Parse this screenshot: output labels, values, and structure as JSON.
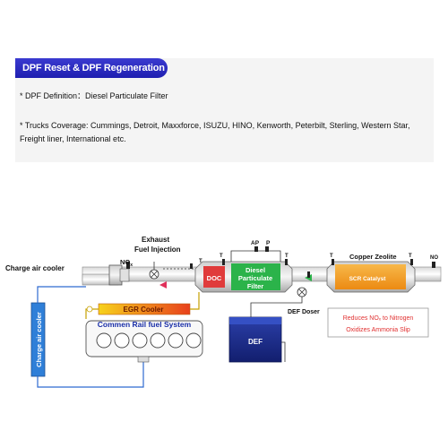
{
  "header": {
    "title": "DPF Reset & DPF Regeneration"
  },
  "info": {
    "definition": "* DPF Definition：Diesel Particulate Filter",
    "coverage": "* Trucks Coverage: Cummings, Detroit, Maxxforce, ISUZU, HINO, Kenworth, Peterbilt, Sterling, Western Star, Freight liner, International etc."
  },
  "diagram": {
    "charge_air_cooler_label": "Charge air cooler",
    "no_x_label": "NO",
    "no_x_sub": "x",
    "exhaust_label_1": "Exhaust",
    "exhaust_label_2": "Fuel Injection",
    "ap_label": "AP",
    "p_label": "P",
    "t_label": "T",
    "doc_label": "DOC",
    "dpf_label_1": "Diesel",
    "dpf_label_2": "Particulate",
    "dpf_label_3": "Filter",
    "copper_zeolite_label": "Copper Zeolite",
    "scr_label": "SCR Catalyst",
    "no_x_right_label": "NO",
    "def_doser_label": "DEF Doser",
    "charge_air_cooler_vertical": "Charge air cooler",
    "egr_cooler_label": "EGR Cooler",
    "rail_label": "Commen Rail fuel System",
    "def_tank_label": "DEF",
    "note_line_1": "Reduces NOₓ to Nitrogen",
    "note_line_2": "Oxidizes Ammonia Slip"
  },
  "colors": {
    "title_bg": "#2a2ac4",
    "doc": "#e03b3b",
    "dpf": "#2bb34a",
    "scr": "#f59b1e",
    "def_tank": "#1c2e8c",
    "cooler": "#2f7fd8",
    "note_text": "#e03030",
    "rail_text": "#1a2fa8"
  }
}
